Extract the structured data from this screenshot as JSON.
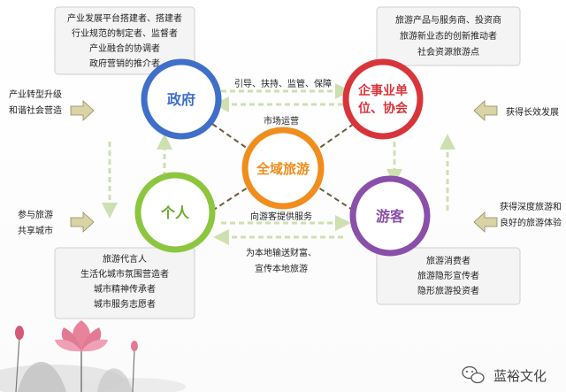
{
  "nodes": {
    "gov": {
      "label": "政府",
      "color": "#3f6fc9"
    },
    "org": {
      "label": "企事业单位、协会",
      "line1": "企事业单",
      "line2": "位、协会",
      "color": "#d8353a"
    },
    "center": {
      "label": "全域旅游",
      "color": "#f08d1c"
    },
    "individual": {
      "label": "个人",
      "color": "#8cc63f"
    },
    "tourist": {
      "label": "游客",
      "color": "#8a4fa8"
    }
  },
  "boxes": {
    "gov_roles": [
      "产业发展平台搭建者、搭建者",
      "行业规范的制定者、监督者",
      "产业融合的协调者",
      "政府营销的推介者"
    ],
    "org_roles": [
      "旅游产品与服务商、投资商",
      "旅游新业态的创新推动者",
      "社会资源旅游点"
    ],
    "individual_roles": [
      "旅游代言人",
      "生活化城市氛围营造者",
      "城市精神传承者",
      "城市服务志愿者"
    ],
    "tourist_roles": [
      "旅游消费者",
      "旅游隐形宣传者",
      "隐形旅游投资者"
    ]
  },
  "side_labels": {
    "left_top": [
      "产业转型升级",
      "和谐社会营造"
    ],
    "left_bottom": [
      "参与旅游",
      "共享城市"
    ],
    "right_top": [
      "获得长效发展"
    ],
    "right_bottom": [
      "获得深度旅游和",
      "良好的旅游体验"
    ]
  },
  "connectors": {
    "gov_to_org": "引导、扶持、监管、保障",
    "org_to_gov": "市场运营",
    "ind_to_tourist": "向游客提供服务",
    "tourist_to_ind": [
      "为本地输送财富、",
      "宣传本地旅游"
    ]
  },
  "watermark": {
    "icon": "wechat-icon",
    "text": "蓝裕文化"
  }
}
